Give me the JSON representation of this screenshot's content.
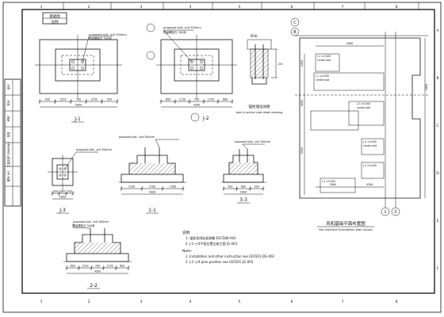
{
  "sheet": {
    "title_block_top": "基础图",
    "title_block_sub": "比例",
    "side_texts": [
      "设计",
      "校对",
      "审核",
      "批准",
      "工程名称 DRAWING",
      "图号 NO."
    ]
  },
  "views": {
    "j1": {
      "label": "J-1",
      "note_line1": "proposed bolt, unit 300mm",
      "note_line2": "预留螺栓孔 300深",
      "dims": [
        "950",
        "1250",
        "700",
        "1250",
        "950"
      ],
      "total_dim": "5000"
    },
    "j2": {
      "label": "J-2",
      "note_line1": "proposed bolt, unit 300mm",
      "note_line2": "预留螺栓孔 300深",
      "dims": [
        "600",
        "1250",
        "700",
        "1250",
        "600"
      ],
      "total_dim": "4300"
    },
    "anchor": {
      "label": "锚栓埋设详图",
      "sublabel": "bolt-in anchor slab detail drawing",
      "dim1": "M30",
      "dim2": "150"
    },
    "j3": {
      "label": "J-3",
      "note_line1": "proposed bolt, unit 300mm",
      "dims": [
        "500",
        "600",
        "500"
      ],
      "total_dim": "1600"
    },
    "sec11": {
      "label": "1-1",
      "note_line1": "proposed bolt, unit 300mm",
      "dims": [
        "2100",
        "1300",
        "1300"
      ],
      "total_dim": "4000"
    },
    "sec33": {
      "label": "3-3",
      "note_line1": "proposed bolt, unit 300mm",
      "dims": [
        "500",
        "600",
        "500"
      ],
      "total_dim": "1600"
    },
    "sec22": {
      "label": "2-2",
      "note_line1": "proposed bolt, unit 300mm",
      "note_line2": "预留螺栓孔 300深",
      "dims": [
        "600",
        "1250",
        "700",
        "1250",
        "600"
      ],
      "total_dim": "4300"
    },
    "plan": {
      "title": "风机基础平面布置图",
      "subtitle": "fan machine foundation plan layout",
      "axis_labels": [
        "C",
        "B",
        "1",
        "2"
      ],
      "labels": [
        "J-1 ±0.000",
        "center bolt",
        "J-1 ±0.000",
        "center bolt",
        "J-2 ±0.000",
        "center bolt",
        "J-3 ±0.000",
        "center bolt",
        "J-3 ±0.000",
        "J-3 ±0.000"
      ],
      "dims": [
        "2800",
        "2400",
        "4000",
        "5500",
        "2400",
        "3000",
        "4300"
      ]
    }
  },
  "notes": {
    "heading": "说明:",
    "cn_1": "1. 锚栓采用标准图集 DG/TJ08-002",
    "cn_2": "2. J-1~J-4平面位置见施工图 JG-003",
    "en_heading": "Note:",
    "en_1": "1. Installation and other instruction see 02S501-DG-002",
    "en_2": "2. J-1~J-4 plan position see 02S501-JG-003"
  },
  "grid": {
    "top": [
      "1",
      "2",
      "3",
      "4",
      "5",
      "6",
      "7",
      "8"
    ],
    "side": [
      "A",
      "B",
      "C",
      "D",
      "E",
      "F"
    ]
  }
}
